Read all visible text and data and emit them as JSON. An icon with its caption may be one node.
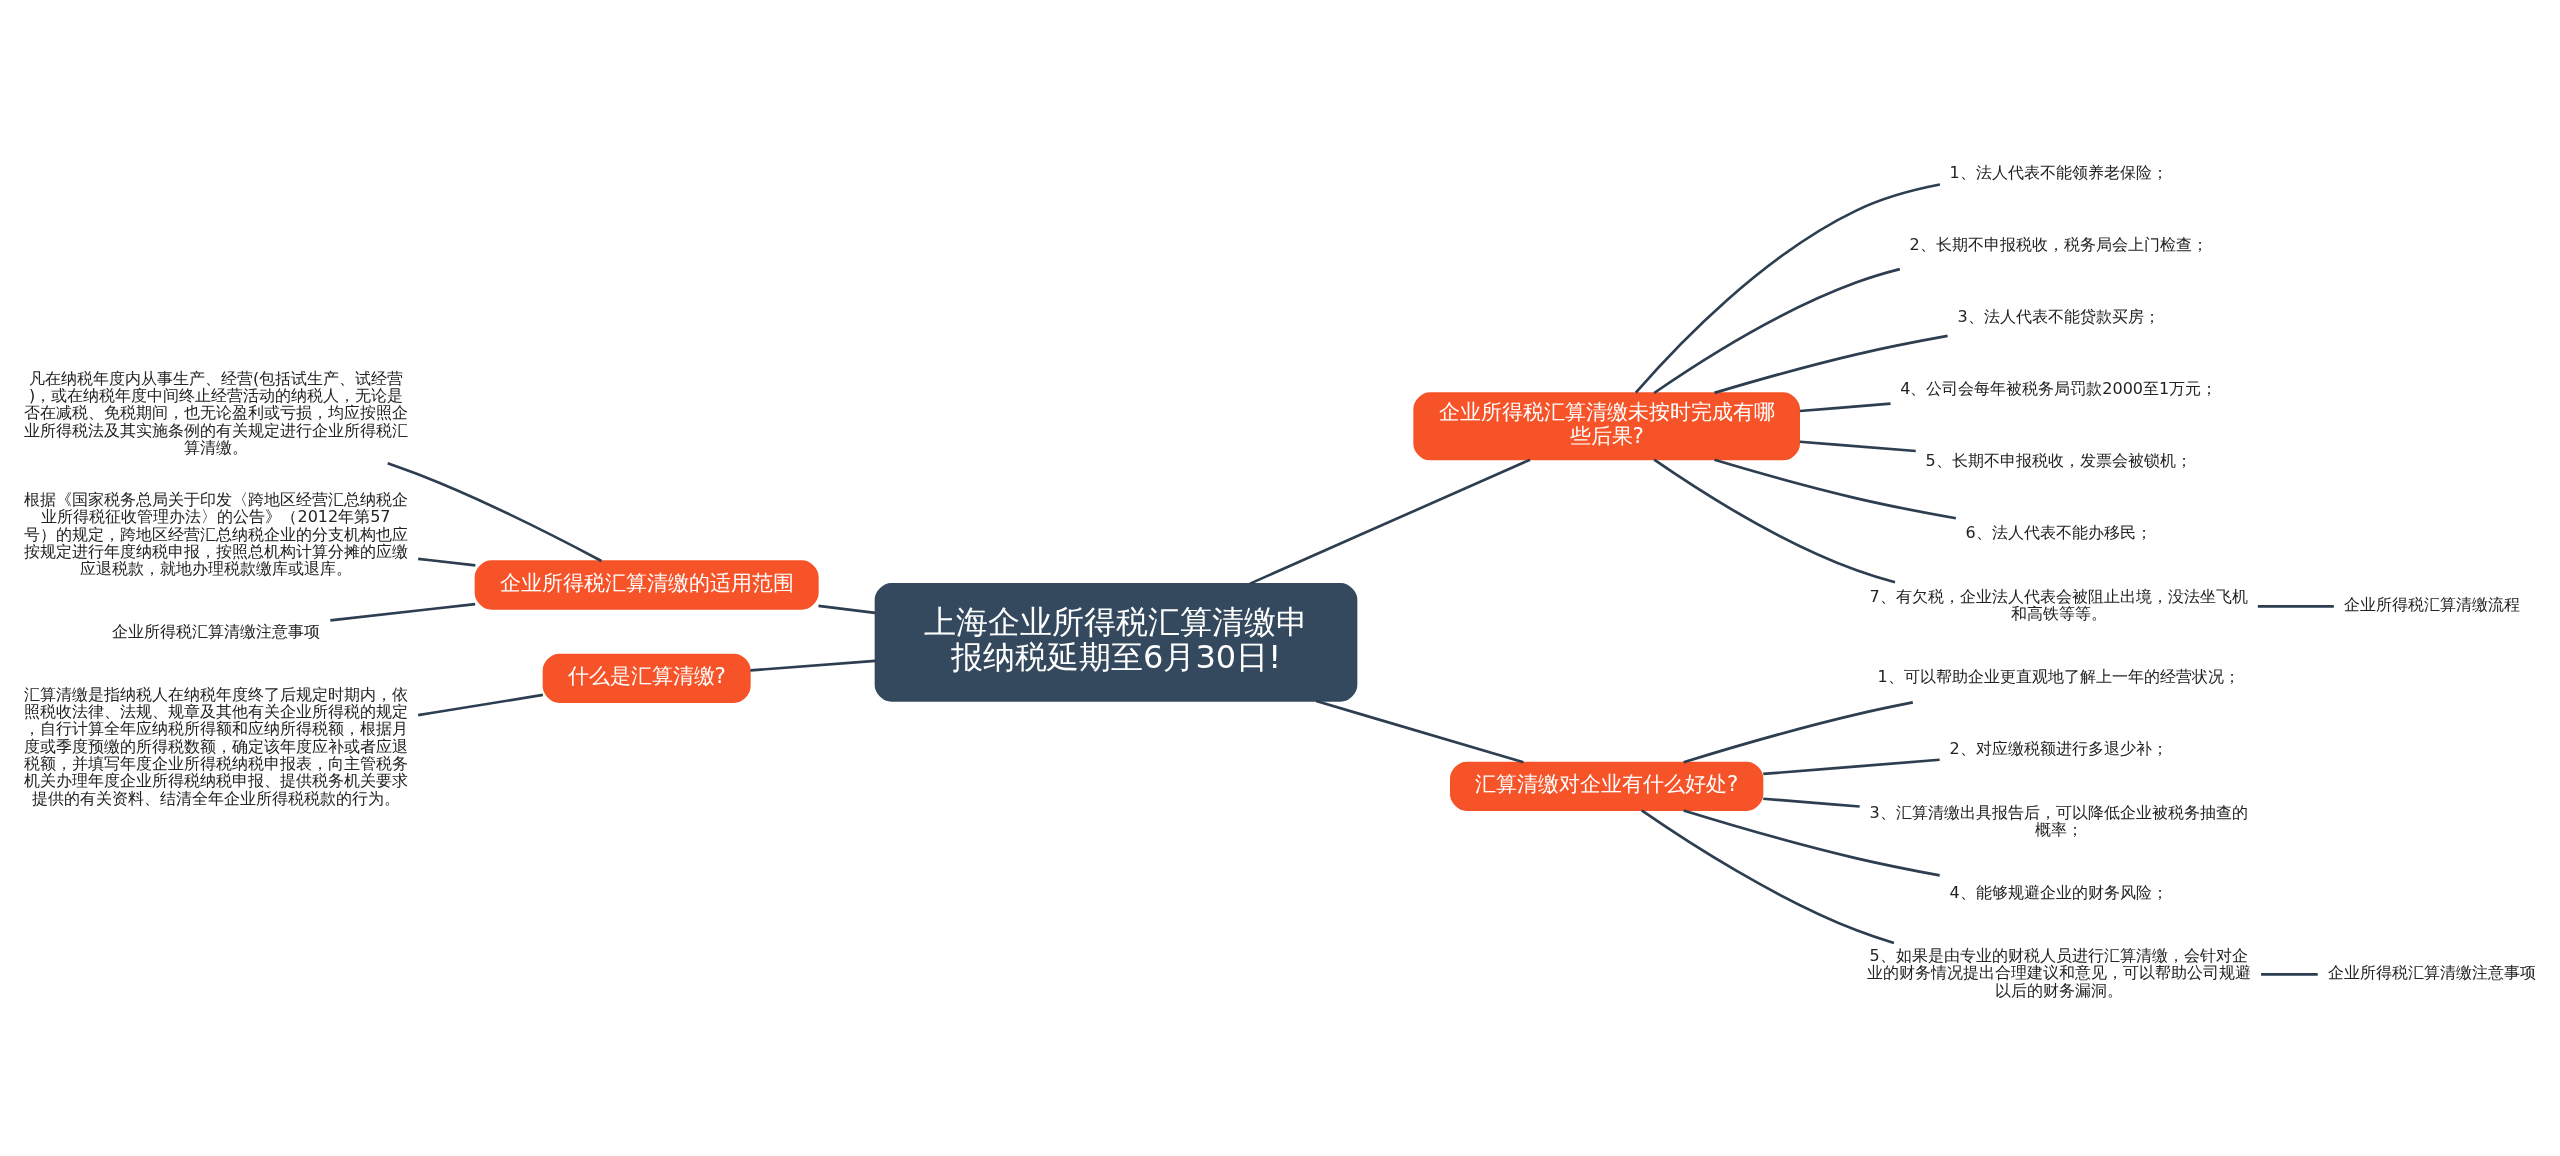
{
  "diagram": {
    "nodes": [
      {
        "text": [
          "上海企业所得税汇算清缴申报纳税延期至6月30日!"
        ]
      },
      {
        "text": [
          "企业所得税汇算清缴未按时完成有哪些后果?"
        ]
      },
      {
        "text": [
          "企业所得税汇算清缴的适用范围"
        ]
      },
      {
        "text": [
          "什么是汇算清缴?"
        ]
      },
      {
        "text": [
          "汇算清缴对企业有什么好处?"
        ]
      },
      {
        "text": [
          "1、法人代表不能领养老保险；"
        ]
      },
      {
        "text": [
          "2、长期不申报税收，税务局会上门检查；"
        ]
      },
      {
        "text": [
          "3、法人代表不能贷款买房；"
        ]
      },
      {
        "text": [
          "4、公司会每年被税务局罚款2000至1万元；"
        ]
      },
      {
        "text": [
          "5、长期不申报税收，发票会被锁机；"
        ]
      },
      {
        "text": [
          "6、法人代表不能办移民；"
        ]
      },
      {
        "text": [
          "7、有欠税，企业法人代表会被阻止出境，没法坐飞机和高铁等等。"
        ]
      },
      {
        "text": [
          "企业所得税汇算清缴流程"
        ]
      },
      {
        "text": [
          "凡在纳税年度内从事生产、经营(包括试生产、试经营)，或在纳税年度中间终止经营活动的纳税人，无论是否在减税、免税期间，也无论盈利或亏损，均应按照企业所得税法及其实施条例的有关规定进行企业所得税汇算清缴。"
        ]
      },
      {
        "text": [
          "根据《国家税务总局关于印发〈跨地区经营汇总纳税企业所得税征收管理办法〉的公告》（2012年第57号）的规定，跨地区经营汇总纳税企业的分支机构也应按规定进行年度纳税申报，按照总机构计算分摊的应缴应退税款，就地办理税款缴库或退库。"
        ]
      },
      {
        "text": [
          "企业所得税汇算清缴注意事项"
        ]
      },
      {
        "text": [
          "汇算清缴是指纳税人在纳税年度终了后规定时期内，依照税收法律、法规、规章及其他有关企业所得税的规定，自行计算全年应纳税所得额和应纳所得税额，根据月度或季度预缴的所得税数额，确定该年度应补或者应退税额，并填写年度企业所得税纳税申报表，向主管税务机关办理年度企业所得税纳税申报、提供税务机关要求提供的有关资料、结清全年企业所得税税款的行为。"
        ]
      },
      {
        "text": [
          "1、可以帮助企业更直观地了解上一年的经营状况；"
        ]
      },
      {
        "text": [
          "2、对应缴税额进行多退少补；"
        ]
      },
      {
        "text": [
          "3、汇算清缴出具报告后，可以降低企业被税务抽查的概率；"
        ]
      },
      {
        "text": [
          "4、能够规避企业的财务风险；"
        ]
      },
      {
        "text": [
          "5、如果是由专业的财税人员进行汇算清缴，会针对企业的财务情况提出合理建议和意见，可以帮助公司规避以后的财务漏洞。"
        ]
      },
      {
        "text": [
          "企业所得税汇算清缴注意事项"
        ]
      }
    ],
    "edges": [
      {
        "from": 0,
        "to": 1,
        "arrow": "none"
      },
      {
        "from": 0,
        "to": 2,
        "arrow": "none"
      },
      {
        "from": 0,
        "to": 3,
        "arrow": "none"
      },
      {
        "from": 0,
        "to": 4,
        "arrow": "none"
      },
      {
        "from": 1,
        "to": 5,
        "arrow": "none"
      },
      {
        "from": 1,
        "to": 6,
        "arrow": "none"
      },
      {
        "from": 1,
        "to": 7,
        "arrow": "none"
      },
      {
        "from": 1,
        "to": 8,
        "arrow": "none"
      },
      {
        "from": 1,
        "to": 9,
        "arrow": "none"
      },
      {
        "from": 1,
        "to": 10,
        "arrow": "none"
      },
      {
        "from": 1,
        "to": 11,
        "arrow": "none"
      },
      {
        "from": 11,
        "to": 12,
        "arrow": "none"
      },
      {
        "from": 2,
        "to": 13,
        "arrow": "none"
      },
      {
        "from": 2,
        "to": 14,
        "arrow": "none"
      },
      {
        "from": 2,
        "to": 15,
        "arrow": "none"
      },
      {
        "from": 3,
        "to": 16,
        "arrow": "none"
      },
      {
        "from": 4,
        "to": 17,
        "arrow": "none"
      },
      {
        "from": 4,
        "to": 18,
        "arrow": "none"
      },
      {
        "from": 4,
        "to": 19,
        "arrow": "none"
      },
      {
        "from": 4,
        "to": 20,
        "arrow": "none"
      },
      {
        "from": 4,
        "to": 21,
        "arrow": "none"
      },
      {
        "from": 21,
        "to": 22,
        "arrow": "none"
      }
    ]
  }
}
